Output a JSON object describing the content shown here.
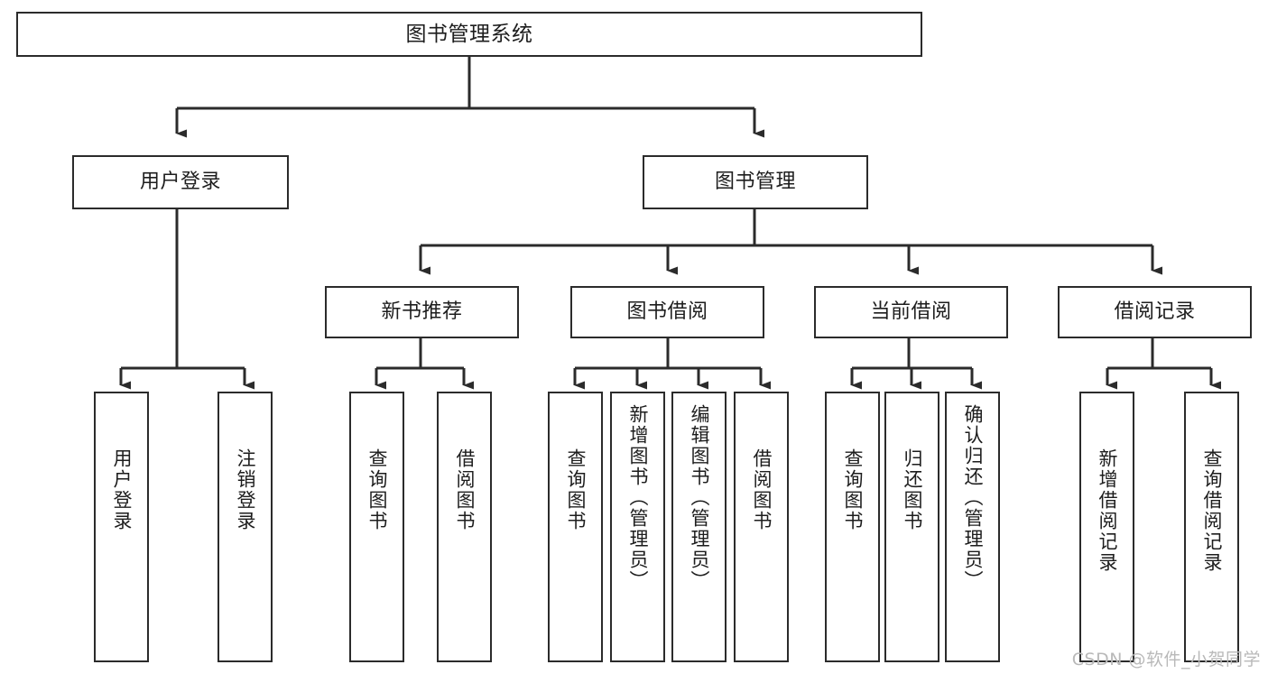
{
  "diagram": {
    "type": "tree-hierarchy-chart",
    "title": "图书管理系统",
    "background_color": "#ffffff",
    "line_color": "#2b2b2b",
    "box_fill": "#ffffff",
    "text_color": "#1d1d1d",
    "levels": 3,
    "root": {
      "label": "图书管理系统",
      "orientation": "horizontal"
    },
    "level2": [
      {
        "label": "用户登录",
        "orientation": "horizontal"
      },
      {
        "label": "图书管理",
        "orientation": "horizontal"
      }
    ],
    "level3": [
      {
        "label": "新书推荐",
        "orientation": "horizontal",
        "parent": "图书管理"
      },
      {
        "label": "图书借阅",
        "orientation": "horizontal",
        "parent": "图书管理"
      },
      {
        "label": "当前借阅",
        "orientation": "horizontal",
        "parent": "图书管理"
      },
      {
        "label": "借阅记录",
        "orientation": "horizontal",
        "parent": "图书管理"
      }
    ],
    "leaves": {
      "用户登录": [
        {
          "label": "用户登录"
        },
        {
          "label": "注销登录"
        }
      ],
      "新书推荐": [
        {
          "label": "查询图书"
        },
        {
          "label": "借阅图书"
        }
      ],
      "图书借阅": [
        {
          "label": "查询图书"
        },
        {
          "label": "新增图书（管理员）"
        },
        {
          "label": "编辑图书（管理员）"
        },
        {
          "label": "借阅图书"
        }
      ],
      "当前借阅": [
        {
          "label": "查询图书"
        },
        {
          "label": "归还图书"
        },
        {
          "label": "确认归还（管理员）"
        }
      ],
      "借阅记录": [
        {
          "label": "新增借阅记录"
        },
        {
          "label": "查询借阅记录"
        }
      ]
    }
  },
  "nodes": {
    "root": "图书管理系统",
    "user_login": "用户登录",
    "book_manage": "图书管理",
    "new_book_rec": "新书推荐",
    "book_borrow": "图书借阅",
    "current_borrow": "当前借阅",
    "borrow_record": "借阅记录",
    "leaf_user_login": "用户登录",
    "leaf_logout": "注销登录",
    "leaf_query_book_1": "查询图书",
    "leaf_borrow_book_1": "借阅图书",
    "leaf_query_book_2": "查询图书",
    "leaf_add_book": "新增图书（管理员）",
    "leaf_edit_book": "编辑图书（管理员）",
    "leaf_borrow_book_2": "借阅图书",
    "leaf_query_book_3": "查询图书",
    "leaf_return_book": "归还图书",
    "leaf_confirm_return": "确认归还（管理员）",
    "leaf_add_record": "新增借阅记录",
    "leaf_query_record": "查询借阅记录"
  },
  "watermark": {
    "text": "CSDN @软件_小贺同学"
  }
}
